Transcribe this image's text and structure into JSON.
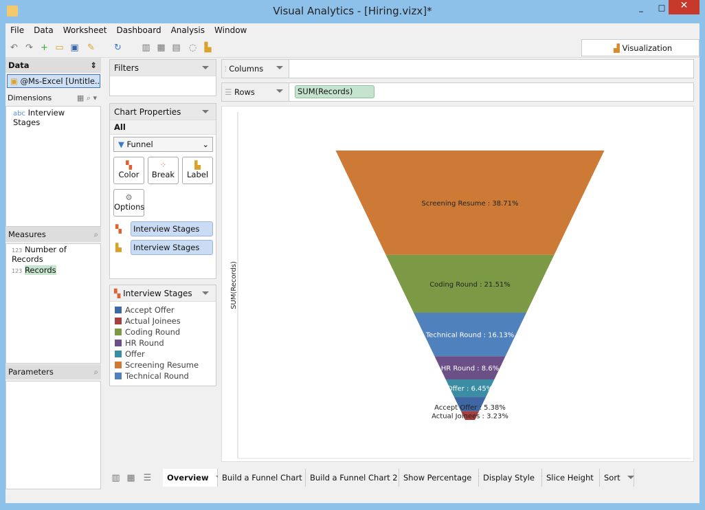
{
  "window": {
    "title": "Visual Analytics - [Hiring.vizx]*"
  },
  "menu": [
    "File",
    "Data",
    "Worksheet",
    "Dashboard",
    "Analysis",
    "Window"
  ],
  "visualization_tab": "Visualization",
  "data_panel": {
    "title": "Data",
    "source": "@Ms-Excel [Untitle...",
    "dimensions_label": "Dimensions",
    "dimensions": [
      {
        "type": "abc",
        "name": "Interview Stages"
      }
    ],
    "measures_label": "Measures",
    "measures": [
      {
        "type": "123",
        "name": "Number of Records"
      },
      {
        "type": "123",
        "name": "Records"
      }
    ],
    "parameters_label": "Parameters"
  },
  "filters": {
    "title": "Filters"
  },
  "chart_properties": {
    "title": "Chart Properties",
    "all": "All",
    "chart_type": "Funnel",
    "buttons": [
      "Color",
      "Break",
      "Label",
      "Options"
    ],
    "color_field": "Interview Stages",
    "label_field": "Interview Stages"
  },
  "legend": {
    "title": "Interview Stages",
    "items": [
      {
        "name": "Accept Offer",
        "color": "#3f67a3"
      },
      {
        "name": "Actual Joinees",
        "color": "#a5403d"
      },
      {
        "name": "Coding Round",
        "color": "#7c9a46"
      },
      {
        "name": "HR Round",
        "color": "#6b5088"
      },
      {
        "name": "Offer",
        "color": "#3a8da3"
      },
      {
        "name": "Screening Resume",
        "color": "#cd7a37"
      },
      {
        "name": "Technical Round",
        "color": "#4f81bd"
      }
    ]
  },
  "shelves": {
    "columns_label": "Columns",
    "rows_label": "Rows",
    "rows_pill": "SUM(Records)"
  },
  "chart_data": {
    "type": "funnel",
    "ylabel": "SUM(Records)",
    "slices": [
      {
        "label": "Screening Resume : 38.71%",
        "name": "Screening Resume",
        "value": 38.71,
        "color": "#cd7a37",
        "text": "#222"
      },
      {
        "label": "Coding Round : 21.51%",
        "name": "Coding Round",
        "value": 21.51,
        "color": "#7c9a46",
        "text": "#222"
      },
      {
        "label": "Technical Round : 16.13%",
        "name": "Technical Round",
        "value": 16.13,
        "color": "#4f81bd",
        "text": "#fff"
      },
      {
        "label": "HR Round : 8.6%",
        "name": "HR Round",
        "value": 8.6,
        "color": "#6b5088",
        "text": "#fff"
      },
      {
        "label": "Offer : 6.45%",
        "name": "Offer",
        "value": 6.45,
        "color": "#3a8da3",
        "text": "#fff"
      },
      {
        "label": "Accept Offer : 5.38%",
        "name": "Accept Offer",
        "value": 5.38,
        "color": "#3f67a3",
        "text": "#222"
      },
      {
        "label": "Actual Joinees : 3.23%",
        "name": "Actual Joinees",
        "value": 3.23,
        "color": "#a5403d",
        "text": "#222"
      }
    ]
  },
  "sheet_tabs": [
    "Overview",
    "Build a Funnel Chart",
    "Build a Funnel Chart 2",
    "Show Percentage",
    "Display Style",
    "Slice Height",
    "Sort"
  ]
}
